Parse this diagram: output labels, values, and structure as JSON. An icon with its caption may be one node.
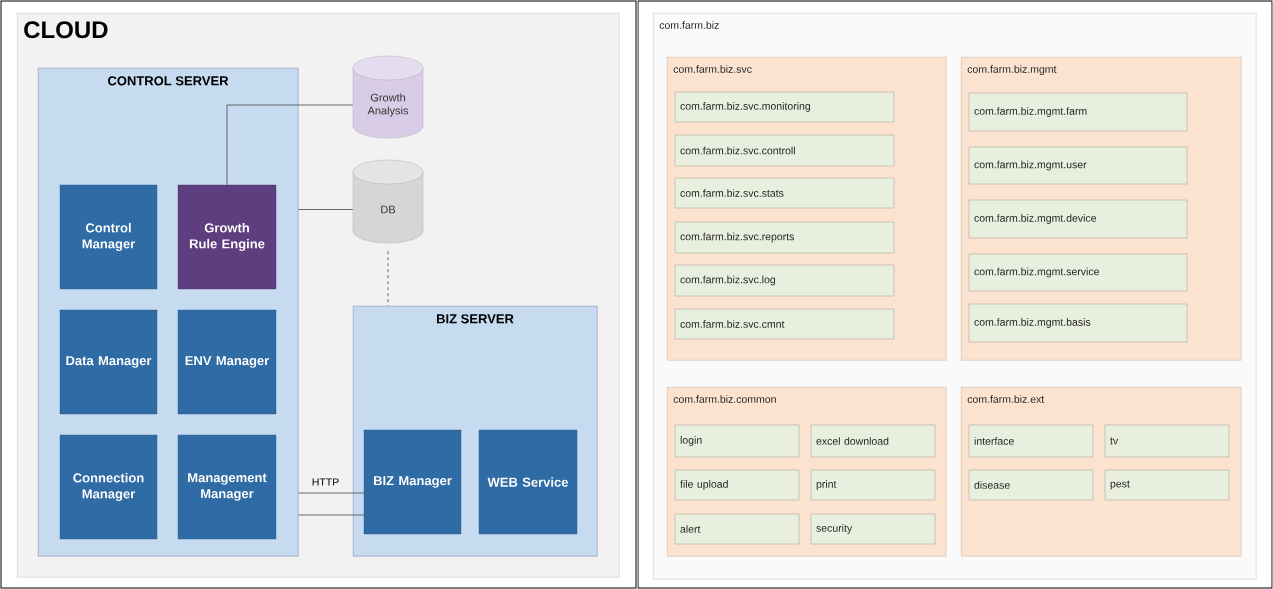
{
  "diagram": {
    "nodes": [
      {
        "text": [
          "CLOUD"
        ]
      },
      {
        "text": [
          "CONTROL SERVER"
        ],
        "in": 0
      },
      {
        "text": [
          "Control Manager"
        ],
        "in": 1
      },
      {
        "text": [
          "Growth Rule Engine"
        ],
        "in": 1
      },
      {
        "text": [
          "Data Manager"
        ],
        "in": 1
      },
      {
        "text": [
          "ENV Manager"
        ],
        "in": 1
      },
      {
        "text": [
          "Connection Manager"
        ],
        "in": 1
      },
      {
        "text": [
          "Management Manager"
        ],
        "in": 1
      },
      {
        "text": [
          "Growth Analysis"
        ],
        "in": 0
      },
      {
        "text": [
          "DB"
        ],
        "in": 0
      },
      {
        "text": [
          "BIZ SERVER"
        ],
        "in": 0
      },
      {
        "text": [
          "BIZ Manager"
        ],
        "in": 10
      },
      {
        "text": [
          "WEB Service"
        ],
        "in": 10
      },
      {
        "text": [
          "com.farm.biz"
        ]
      },
      {
        "text": [
          "com.farm.biz.svc"
        ],
        "in": 13
      },
      {
        "text": [
          "com.farm.biz.svc.monitoring"
        ],
        "in": 14
      },
      {
        "text": [
          "com.farm.biz.svc.controll"
        ],
        "in": 14
      },
      {
        "text": [
          "com.farm.biz.svc.stats"
        ],
        "in": 14
      },
      {
        "text": [
          "com.farm.biz.svc.reports"
        ],
        "in": 14
      },
      {
        "text": [
          "com.farm.biz.svc.log"
        ],
        "in": 14
      },
      {
        "text": [
          "com.farm.biz.svc.cmnt"
        ],
        "in": 14
      },
      {
        "text": [
          "com.farm.biz.mgmt"
        ],
        "in": 13
      },
      {
        "text": [
          "com.farm.biz.mgmt.farm"
        ],
        "in": 21
      },
      {
        "text": [
          "com.farm.biz.mgmt.user"
        ],
        "in": 21
      },
      {
        "text": [
          "com.farm.biz.mgmt.device"
        ],
        "in": 21
      },
      {
        "text": [
          "com.farm.biz.mgmt.service"
        ],
        "in": 21
      },
      {
        "text": [
          "com.farm.biz.mgmt.basis"
        ],
        "in": 21
      },
      {
        "text": [
          "com.farm.biz.common"
        ],
        "in": 13
      },
      {
        "text": [
          "login"
        ],
        "in": 27
      },
      {
        "text": [
          "excel download"
        ],
        "in": 27
      },
      {
        "text": [
          "file upload"
        ],
        "in": 27
      },
      {
        "text": [
          "print"
        ],
        "in": 27
      },
      {
        "text": [
          "alert"
        ],
        "in": 27
      },
      {
        "text": [
          "security"
        ],
        "in": 27
      },
      {
        "text": [
          "com.farm.biz.ext"
        ],
        "in": 13
      },
      {
        "text": [
          "interface"
        ],
        "in": 34
      },
      {
        "text": [
          "tv"
        ],
        "in": 34
      },
      {
        "text": [
          "disease"
        ],
        "in": 34
      },
      {
        "text": [
          "pest"
        ],
        "in": 34
      }
    ],
    "edges": [
      {
        "from": 3,
        "to": 8,
        "arrow": "none"
      },
      {
        "from": 1,
        "to": 9,
        "arrow": "none"
      },
      {
        "from": 9,
        "to": 10,
        "arrow": "none",
        "style": "dashed"
      },
      {
        "from": 1,
        "to": 11,
        "arrow": "none",
        "label": "HTTP"
      },
      {
        "from": 1,
        "to": 11,
        "arrow": "none"
      }
    ]
  }
}
